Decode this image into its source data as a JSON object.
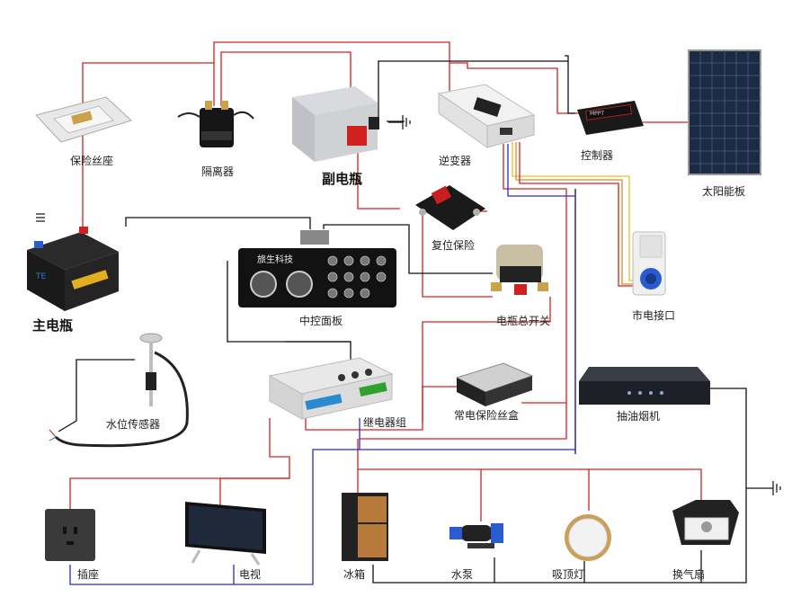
{
  "labels": {
    "fuse_holder": "保险丝座",
    "isolator": "隔离器",
    "aux_battery": "副电瓶",
    "inverter": "逆变器",
    "controller": "控制器",
    "solar_panel": "太阳能板",
    "main_battery": "主电瓶",
    "reset_fuse": "复位保险",
    "control_panel": "中控面板",
    "battery_switch": "电瓶总开关",
    "shore_power": "市电接口",
    "water_sensor": "水位传感器",
    "relay_group": "继电器组",
    "fuse_box": "常电保险丝盒",
    "range_hood": "抽油烟机",
    "socket": "插座",
    "tv": "电视",
    "fridge": "冰箱",
    "water_pump": "水泵",
    "ceiling_light": "吸顶灯",
    "vent_fan": "换气扇"
  },
  "panel_brand": "旅生科技",
  "battery_brand": "TE",
  "controller_brand": "MPPT",
  "colors": {
    "positive_wire": "#d62020",
    "negative_wire": "#111111",
    "neutral_wire": "#2a2ad0",
    "ac_yellow": "#e8c020",
    "ac_orange": "#e08a20"
  },
  "icons": {
    "ground": "ground-symbol-icon"
  }
}
